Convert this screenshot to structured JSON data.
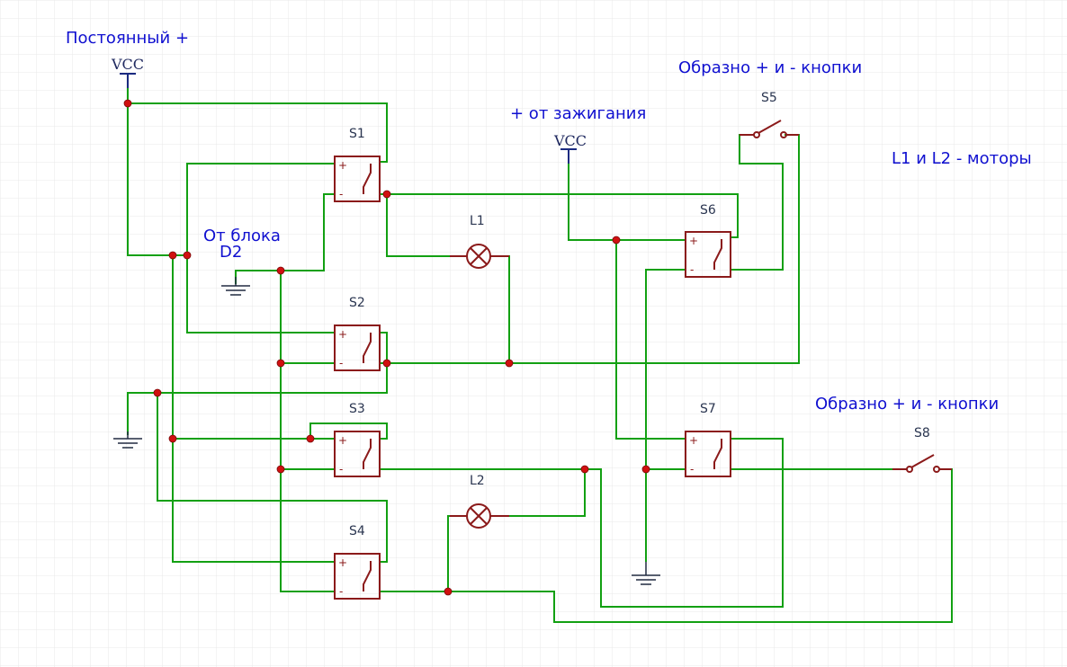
{
  "annotations": {
    "constant_plus": "Постоянный +",
    "from_ignition": "+ от зажигания",
    "buttons_top": "Образно + и - кнопки",
    "buttons_bottom": "Образно + и - кнопки",
    "motors_note": "L1 и L2 - моторы",
    "from_block_line1": "От блока",
    "from_block_line2": "D2"
  },
  "supplies": {
    "vcc_left": "VCC",
    "vcc_ignition": "VCC"
  },
  "relays": {
    "s1": "S1",
    "s2": "S2",
    "s3": "S3",
    "s4": "S4",
    "s6": "S6",
    "s7": "S7"
  },
  "switches": {
    "s5": "S5",
    "s8": "S8"
  },
  "lamps": {
    "l1": "L1",
    "l2": "L2"
  },
  "relay_pin_marks": {
    "plus": "+",
    "minus": "-"
  },
  "colors": {
    "wire": "#12a012",
    "component": "#8b1a1a",
    "junction": "#d01010",
    "label_text": "#1010d0",
    "grid": "#e9e9e9"
  }
}
